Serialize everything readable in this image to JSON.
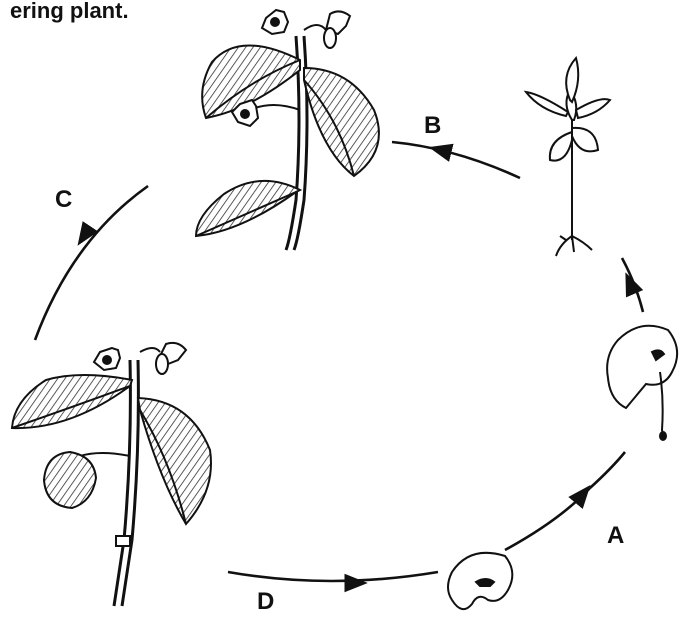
{
  "caption": "ering plant.",
  "labels": {
    "a": "A",
    "b": "B",
    "c": "C",
    "d": "D"
  }
}
